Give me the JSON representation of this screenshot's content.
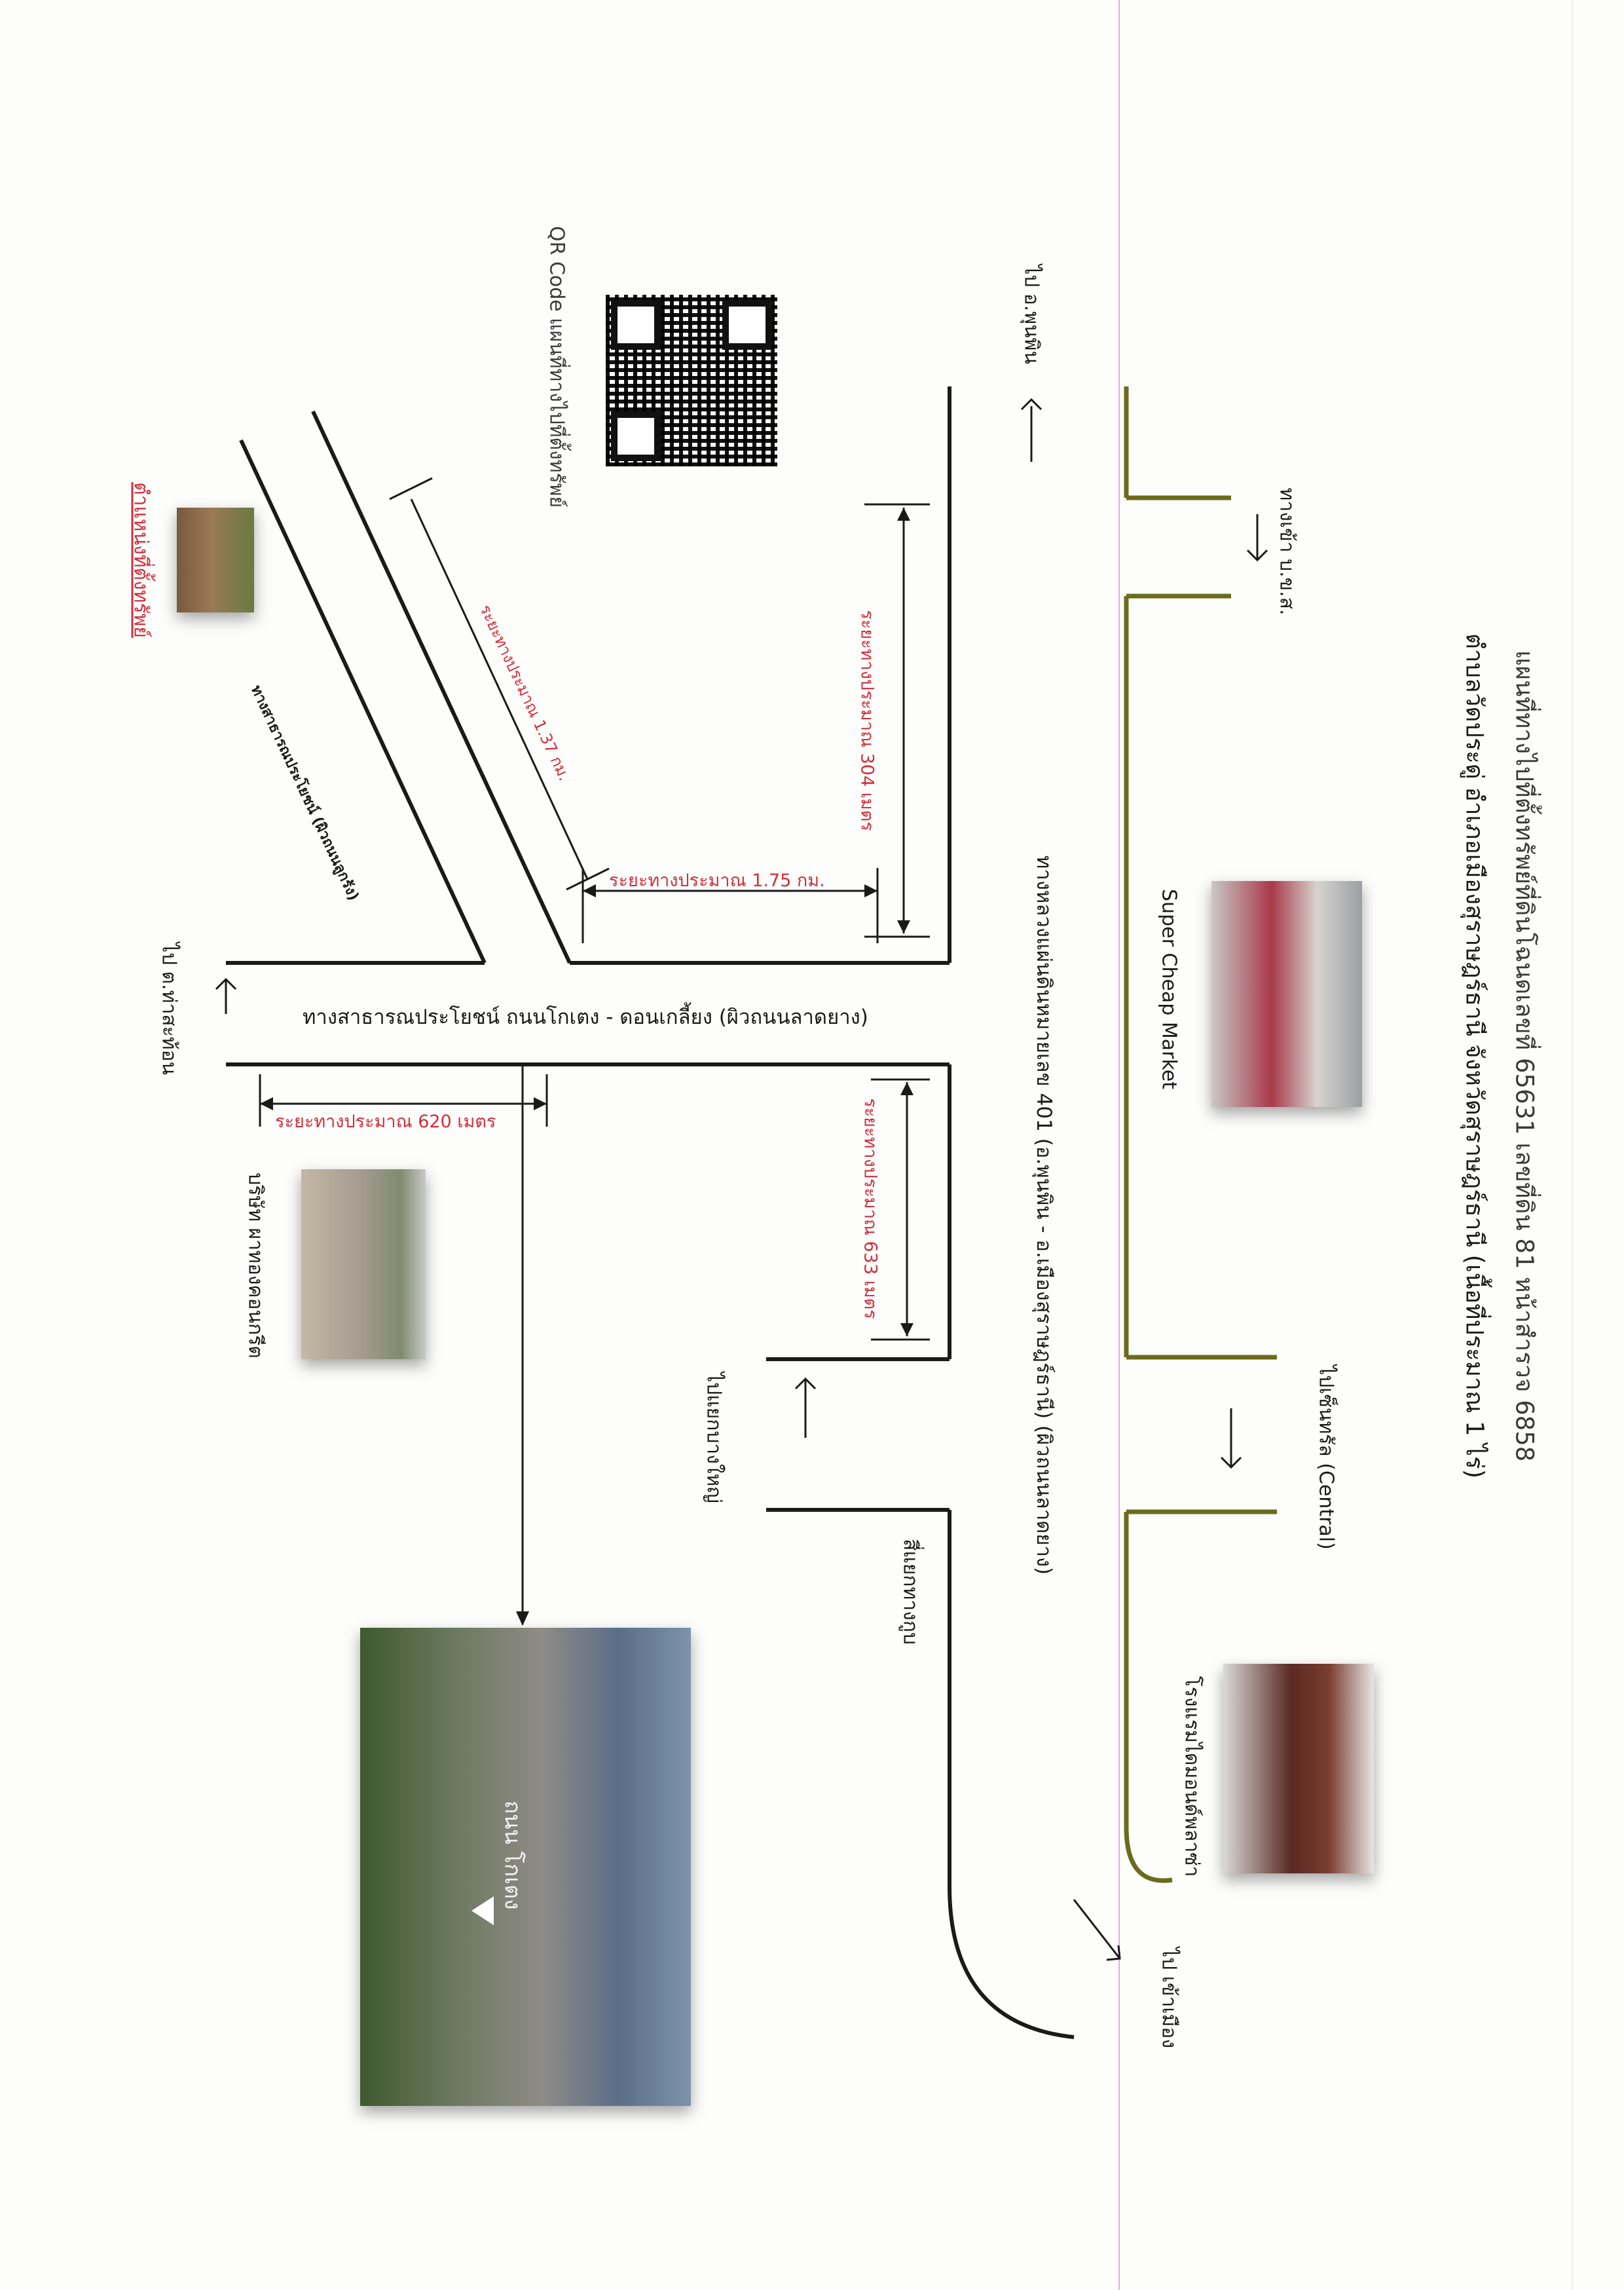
{
  "title": {
    "line1": "แผนที่ทางไปที่ตั้งทรัพย์ที่ดินโฉนดเลขที่ 65631 เลขที่ดิน 81 หน้าสำรวจ 6858",
    "line2": "ตำบลวัดประดู่ อำเภอเมืองสุราษฎร์ธานี จังหวัดสุราษฎร์ธานี (เนื้อที่ประมาณ 1 ไร่)"
  },
  "labels": {
    "entrance_ptt": "ทางเข้า บ.ข.ส.",
    "to_phunphin": "ไป อ.พุนพิน",
    "super_cheap": "Super Cheap Market",
    "to_central": "ไปเซ็นทรัล (Central)",
    "diamond_hotel": "โรงแรมไดมอนด์พลาซ่า",
    "to_city": "ไป เข้าเมือง",
    "bangyai": "ไปแยกบางใหญ่",
    "kanchanavithi": "สี่แยกทางกูบ",
    "highway401": "ทางหลวงแผ่นดินหมายเลข 401 (อ.พุนพิน - อ.เมืองสุราษฎร์ธานี) (ผิวถนนลาดยาง)",
    "public_road_kotaeng": "ทางสาธารณประโยชน์ ถนนโกเตง - ดอนเกลี้ยง (ผิวถนนลาดยาง)",
    "public_road_gravel": "ทางสาธารณประโยชน์ (ผิวถนนลูกรัง)",
    "to_thachang": "ไป ต.ท่าสะท้อน",
    "company": "บริษัท ผาทองคอนกรีต",
    "property_location": "ตำแหน่งที่ตั้งทรัพย์",
    "qr_caption": "QR Code แผนที่ทางไปที่ตั้งทรัพย์"
  },
  "distances": {
    "d304": "ระยะทางประมาณ 304 เมตร",
    "d633": "ระยะทางประมาณ 633 เมตร",
    "d175": "ระยะทางประมาณ 1.75 กม.",
    "d620": "ระยะทางประมาณ  620 เมตร",
    "d137": "ระยะทางประมาณ 1.37 กม."
  },
  "signs": {
    "street_sign": "ถนน โกเตง"
  },
  "colors": {
    "road": "#1a1a1a",
    "distance_text": "#d0303a",
    "highway_edge": "#6b6b1a"
  }
}
